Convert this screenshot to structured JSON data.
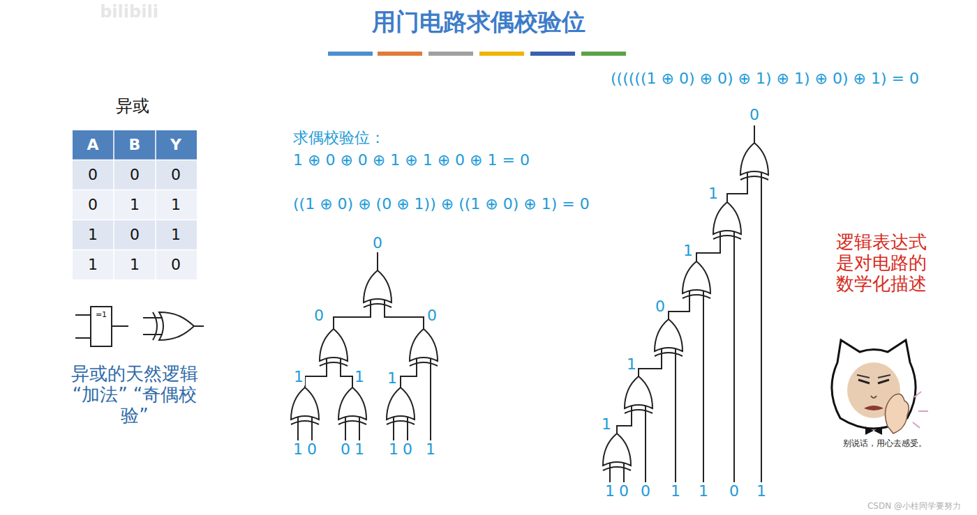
{
  "diagram": {
    "title": "用门电路求偶校验位",
    "labels": [
      "异或",
      "A",
      "B",
      "Y",
      "0",
      "0",
      "0",
      "0",
      "1",
      "1",
      "1",
      "0",
      "1",
      "1",
      "1",
      "0",
      "=1",
      "异或的天然逻辑 “加法” “奇偶校验”",
      "求偶校验位：",
      "1 ⊕ 0 ⊕ 0 ⊕ 1 ⊕ 1 ⊕ 0 ⊕ 1 = 0",
      "((1 ⊕ 0) ⊕ (0 ⊕ 1)) ⊕ ((1 ⊕ 0) ⊕ 1) = 0",
      "((((((1 ⊕ 0) ⊕ 0) ⊕ 1) ⊕ 1) ⊕ 0) ⊕ 1) = 0",
      "0",
      "0",
      "0",
      "1",
      "1",
      "1",
      "1",
      "0",
      "0",
      "1",
      "1",
      "0",
      "1",
      "0",
      "1",
      "1",
      "0",
      "1",
      "1",
      "1",
      "0",
      "0",
      "1",
      "1",
      "0",
      "1",
      "逻辑表达式 是对电路的 数学化描述",
      "别说话，用心去感受。",
      "bilibili",
      "CSDN @小柱同学要努力"
    ]
  }
}
